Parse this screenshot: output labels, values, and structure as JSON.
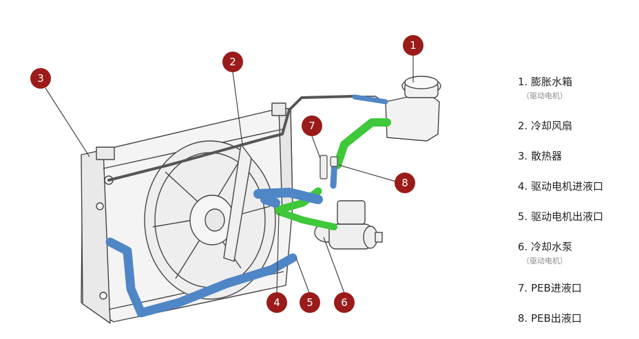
{
  "callouts": [
    "1",
    "2",
    "3",
    "4",
    "5",
    "6",
    "7",
    "8"
  ],
  "legend": [
    {
      "label": "1. 膨胀水箱",
      "sub": "（驱动电机）"
    },
    {
      "label": "2. 冷却风扇"
    },
    {
      "label": "3. 散热器"
    },
    {
      "label": "4. 驱动电机进液口"
    },
    {
      "label": "5. 驱动电机出液口"
    },
    {
      "label": "6. 冷却水泵",
      "sub": "（驱动电机）"
    },
    {
      "label": "7. PEB进液口"
    },
    {
      "label": "8. PEB出液口"
    }
  ],
  "colors": {
    "callout": "#9b1b1b",
    "blue_hose": "#4f86c6",
    "green_hose": "#3ec83a",
    "line": "#444444"
  }
}
